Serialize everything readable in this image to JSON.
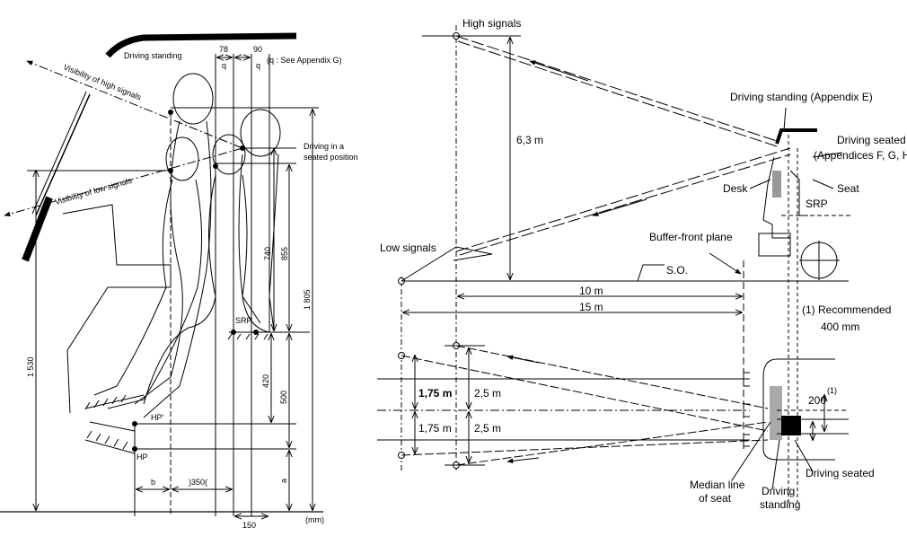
{
  "left": {
    "driving_standing": "Driving standing",
    "dim_78": "78",
    "dim_90": "90",
    "q1": "q",
    "q2": "q",
    "q_note": "(q : See Appendix G)",
    "vis_high": "Visibility of high signals",
    "vis_low": "Visibility of low signals",
    "driving_seated_1": "Driving in a",
    "driving_seated_2": "seated position",
    "dim_740": "740",
    "dim_855": "855",
    "dim_1805": "1 805",
    "dim_1530": "1 530",
    "srp": "SRP",
    "dim_420": "420",
    "dim_500": "500",
    "hp_prime": "HP'",
    "hp": "HP",
    "a": "a",
    "b": "b",
    "dim_350": ")350(",
    "dim_150": "150",
    "unit": "(mm)"
  },
  "right": {
    "high_signals": "High signals",
    "dist_63": "6,3 m",
    "driving_standing_app": "Driving standing (Appendix E)",
    "driving_seated_1": "Driving seated",
    "driving_seated_2": "(Appendices  F, G, H)",
    "desk": "Desk",
    "seat": "Seat",
    "srp": "SRP",
    "low_signals": "Low signals",
    "buffer_front": "Buffer-front plane",
    "so": "S.O.",
    "dist_10": "10 m",
    "dist_15": "15 m",
    "recommended_1": "(1) Recommended",
    "recommended_2": "400 mm",
    "dist_175a": "1,75 m",
    "dist_25a": "2,5 m",
    "dist_175b": "1,75 m",
    "dist_25b": "2,5 m",
    "dim_200": "200",
    "sup_1": "(1)",
    "median_1": "Median line",
    "median_2": "of seat",
    "driving_label_1": "Driving",
    "driving_label_2": "standing",
    "driving_seated_bottom": "Driving seated"
  }
}
